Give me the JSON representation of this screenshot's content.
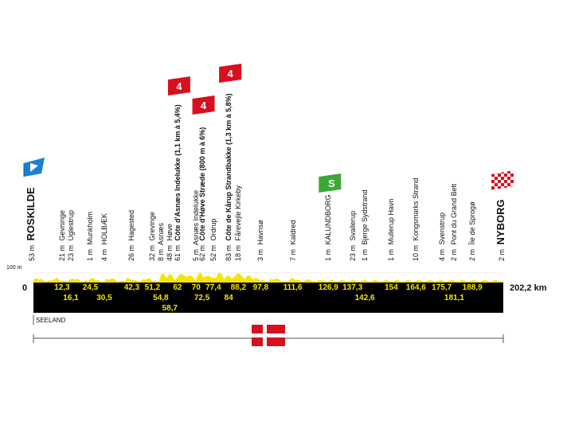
{
  "profile": {
    "start_km_label": "0",
    "end_km_label": "202,2 km",
    "altitude_scale_label": "100 m",
    "region_label": "SEELAND",
    "colors": {
      "bar": "#000000",
      "terrain": "#f5e600",
      "text": "#111111",
      "climb_badge": "#d6101e",
      "sprint_badge": "#3aa935",
      "start_flag": "#1a7fd4",
      "finish_flag": "#d6101e"
    }
  },
  "start": {
    "altitude": "53 m",
    "name": "ROSKILDE"
  },
  "finish": {
    "altitude": "2 m",
    "name": "NYBORG"
  },
  "waypoints": [
    {
      "altitude": "21 m",
      "name": "Gevninge",
      "km": "12,3",
      "km_row": "top",
      "pos": 12.3
    },
    {
      "altitude": "23 m",
      "name": "Uglestrup",
      "km": "16,1",
      "km_row": "bottom",
      "pos": 16.1
    },
    {
      "altitude": "1 m",
      "name": "Munkholm",
      "km": "24,5",
      "km_row": "top",
      "pos": 24.5
    },
    {
      "altitude": "4 m",
      "name": "HOLBÆK",
      "km": "30,5",
      "km_row": "bottom",
      "pos": 30.5
    },
    {
      "altitude": "26 m",
      "name": "Hagested",
      "km": "42,3",
      "km_row": "top",
      "pos": 42.3
    },
    {
      "altitude": "32 m",
      "name": "Grevinge",
      "km": "51,2",
      "km_row": "top",
      "pos": 51.2
    },
    {
      "altitude": "8 m",
      "name": "Asnæs",
      "km": "54,8",
      "km_row": "bottom",
      "pos": 54.8
    },
    {
      "altitude": "48 m",
      "name": "Høve",
      "km": "58,7",
      "km_row": "bottom2",
      "pos": 58.7
    },
    {
      "altitude": "61 m",
      "name": "Côte d'Asnæs Indelukke (1,1 km à 5,4%)",
      "km": "62",
      "km_row": "top",
      "pos": 62,
      "bold": true
    },
    {
      "altitude": "5 m",
      "name": "Asnæs Indelukke",
      "km": "70",
      "km_row": "top",
      "pos": 70
    },
    {
      "altitude": "62 m",
      "name": "Côte d'Høve Stræde (800 m à 6%)",
      "km": "72,5",
      "km_row": "bottom",
      "pos": 72.5,
      "bold": true
    },
    {
      "altitude": "52 m",
      "name": "Ordrup",
      "km": "77,4",
      "km_row": "top",
      "pos": 77.4
    },
    {
      "altitude": "83 m",
      "name": "Côte de Kårup Strandbakke (1,3 km à 5,8%)",
      "km": "84",
      "km_row": "bottom",
      "pos": 84,
      "bold": true
    },
    {
      "altitude": "18 m",
      "name": "Fårevejle Kirkeby",
      "km": "88,2",
      "km_row": "top",
      "pos": 88.2
    },
    {
      "altitude": "3 m",
      "name": "Havnsø",
      "km": "97,8",
      "km_row": "top",
      "pos": 97.8
    },
    {
      "altitude": "7 m",
      "name": "Kaldred",
      "km": "111,6",
      "km_row": "top",
      "pos": 111.6
    },
    {
      "altitude": "1 m",
      "name": "KALUNDBORG",
      "km": "126,9",
      "km_row": "top",
      "pos": 126.9
    },
    {
      "altitude": "23 m",
      "name": "Svallerup",
      "km": "137,3",
      "km_row": "top",
      "pos": 137.3
    },
    {
      "altitude": "1 m",
      "name": "Bjerge Sydstrand",
      "km": "142,6",
      "km_row": "bottom",
      "pos": 142.6
    },
    {
      "altitude": "1 m",
      "name": "Mullerup Havn",
      "km": "154",
      "km_row": "top",
      "pos": 154
    },
    {
      "altitude": "10 m",
      "name": "Kongsmarks Strand",
      "km": "164,6",
      "km_row": "top",
      "pos": 164.6
    },
    {
      "altitude": "4 m",
      "name": "Svenstrup",
      "km": "175,7",
      "km_row": "top",
      "pos": 175.7
    },
    {
      "altitude": "2 m",
      "name": "Pont du Grand Belt",
      "km": "181,1",
      "km_row": "bottom",
      "pos": 181.1
    },
    {
      "altitude": "2 m",
      "name": "Île de Sprogø",
      "km": "188,9",
      "km_row": "top",
      "pos": 188.9
    }
  ],
  "climbs": [
    {
      "category": "4",
      "pos": 62
    },
    {
      "category": "4",
      "pos": 72.5
    },
    {
      "category": "4",
      "pos": 84
    }
  ],
  "sprint": {
    "label": "S",
    "pos": 126.9
  },
  "total_km": 202.2
}
